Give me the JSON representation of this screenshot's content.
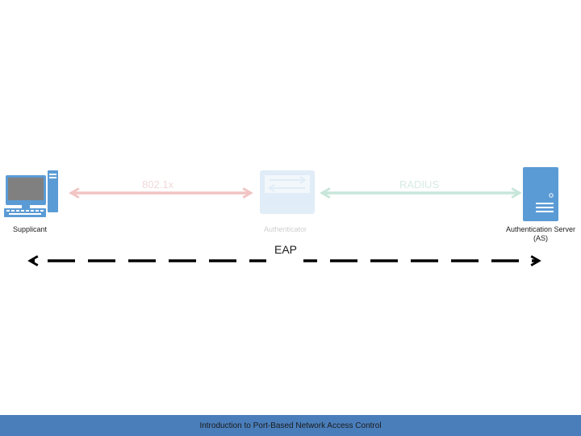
{
  "diagram": {
    "protocols": {
      "dot1x": "802.1x",
      "radius": "RADIUS",
      "eap": "EAP"
    },
    "nodes": {
      "supplicant": "Supplicant",
      "authenticator": "Authenticator",
      "auth_server_line1": "Authentication Server",
      "auth_server_line2": "(AS)"
    },
    "colors": {
      "dot1x_arrow": "#f2c4c4",
      "radius_arrow": "#c8e6da",
      "eap_arrow": "#000000",
      "device_blue": "#5b9bd5"
    }
  },
  "footer": {
    "title": "Introduction to Port-Based Network Access Control",
    "color": "#4a7ebb"
  }
}
